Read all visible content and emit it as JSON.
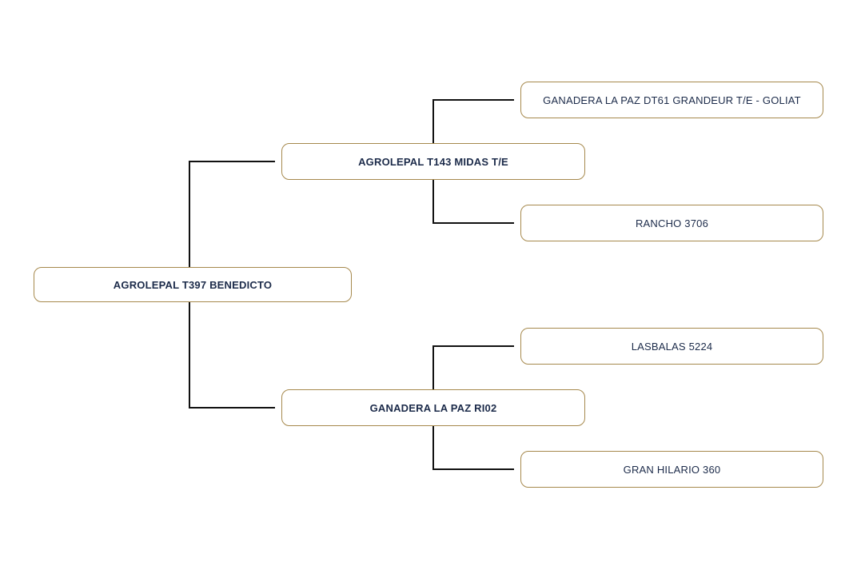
{
  "pedigree": {
    "subject": {
      "label": "AGROLEPAL T397 BENEDICTO"
    },
    "parent_top": {
      "label": "AGROLEPAL T143 MIDAS T/E"
    },
    "grandparent_top_1": {
      "label": "GANADERA LA PAZ DT61 GRANDEUR T/E - GOLIAT"
    },
    "grandparent_top_2": {
      "label": "RANCHO 3706"
    },
    "parent_bottom": {
      "label": "GANADERA LA PAZ RI02"
    },
    "grandparent_bottom_1": {
      "label": "LASBALAS 5224"
    },
    "grandparent_bottom_2": {
      "label": "GRAN HILARIO 360"
    }
  },
  "colors": {
    "node_border": "#a6894d",
    "node_text": "#1c2b4a",
    "connector_line": "#111111",
    "background": "#ffffff"
  }
}
